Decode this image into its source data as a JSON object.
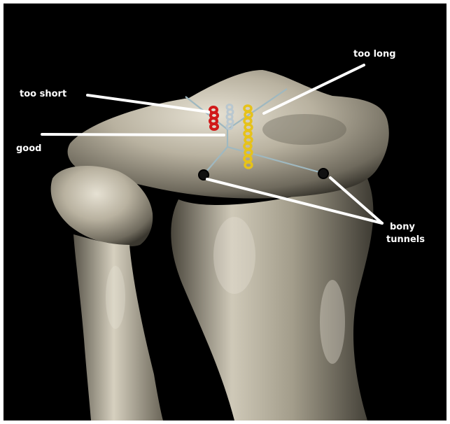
{
  "figure": {
    "background": "#000000",
    "bone_color": "#b9b2a0",
    "pointer_color": "#ffffff",
    "wire_color": "#9fb8c0",
    "twist_colors": {
      "too_short": "#d11a1a",
      "good": "#b9c7cf",
      "too_long": "#e6c21a"
    }
  },
  "labels": {
    "too_long": "too long",
    "too_short": "too short",
    "good": "good",
    "bony": "bony",
    "tunnels": "tunnels"
  }
}
